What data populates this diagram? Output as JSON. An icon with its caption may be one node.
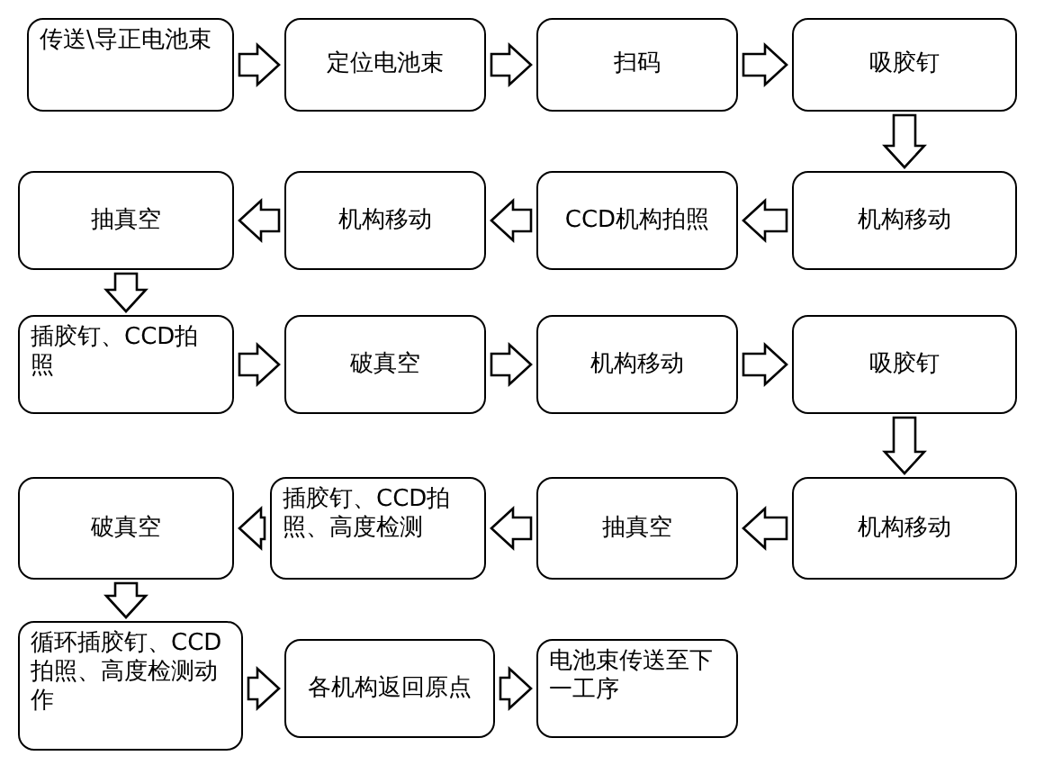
{
  "diagram": {
    "nodes": [
      {
        "text": [
          "传送\\导正电池束"
        ]
      },
      {
        "text": [
          "定位电池束"
        ]
      },
      {
        "text": [
          "扫码"
        ]
      },
      {
        "text": [
          "吸胶钉"
        ]
      },
      {
        "text": [
          "抽真空"
        ]
      },
      {
        "text": [
          "机构移动"
        ]
      },
      {
        "text": [
          "CCD机构拍照"
        ]
      },
      {
        "text": [
          "机构移动"
        ]
      },
      {
        "text": [
          "插胶钉、CCD拍照"
        ]
      },
      {
        "text": [
          "破真空"
        ]
      },
      {
        "text": [
          "机构移动"
        ]
      },
      {
        "text": [
          "吸胶钉"
        ]
      },
      {
        "text": [
          "破真空"
        ]
      },
      {
        "text": [
          "插胶钉、CCD拍照、高度检测"
        ]
      },
      {
        "text": [
          "抽真空"
        ]
      },
      {
        "text": [
          "机构移动"
        ]
      },
      {
        "text": [
          "循环插胶钉、CCD拍照、高度检测动作"
        ]
      },
      {
        "text": [
          "各机构返回原点"
        ]
      },
      {
        "text": [
          "电池束传送至下一工序"
        ]
      }
    ],
    "edges": [
      {
        "from": 0,
        "to": 1,
        "arrow": "to"
      },
      {
        "from": 1,
        "to": 2,
        "arrow": "to"
      },
      {
        "from": 2,
        "to": 3,
        "arrow": "to"
      },
      {
        "from": 3,
        "to": 7,
        "arrow": "to"
      },
      {
        "from": 7,
        "to": 6,
        "arrow": "to"
      },
      {
        "from": 6,
        "to": 5,
        "arrow": "to"
      },
      {
        "from": 5,
        "to": 4,
        "arrow": "to"
      },
      {
        "from": 4,
        "to": 8,
        "arrow": "to"
      },
      {
        "from": 8,
        "to": 9,
        "arrow": "to"
      },
      {
        "from": 9,
        "to": 10,
        "arrow": "to"
      },
      {
        "from": 10,
        "to": 11,
        "arrow": "to"
      },
      {
        "from": 11,
        "to": 15,
        "arrow": "to"
      },
      {
        "from": 15,
        "to": 14,
        "arrow": "to"
      },
      {
        "from": 14,
        "to": 13,
        "arrow": "to"
      },
      {
        "from": 13,
        "to": 12,
        "arrow": "to"
      },
      {
        "from": 12,
        "to": 16,
        "arrow": "to"
      },
      {
        "from": 16,
        "to": 17,
        "arrow": "to"
      },
      {
        "from": 17,
        "to": 18,
        "arrow": "to"
      }
    ]
  }
}
